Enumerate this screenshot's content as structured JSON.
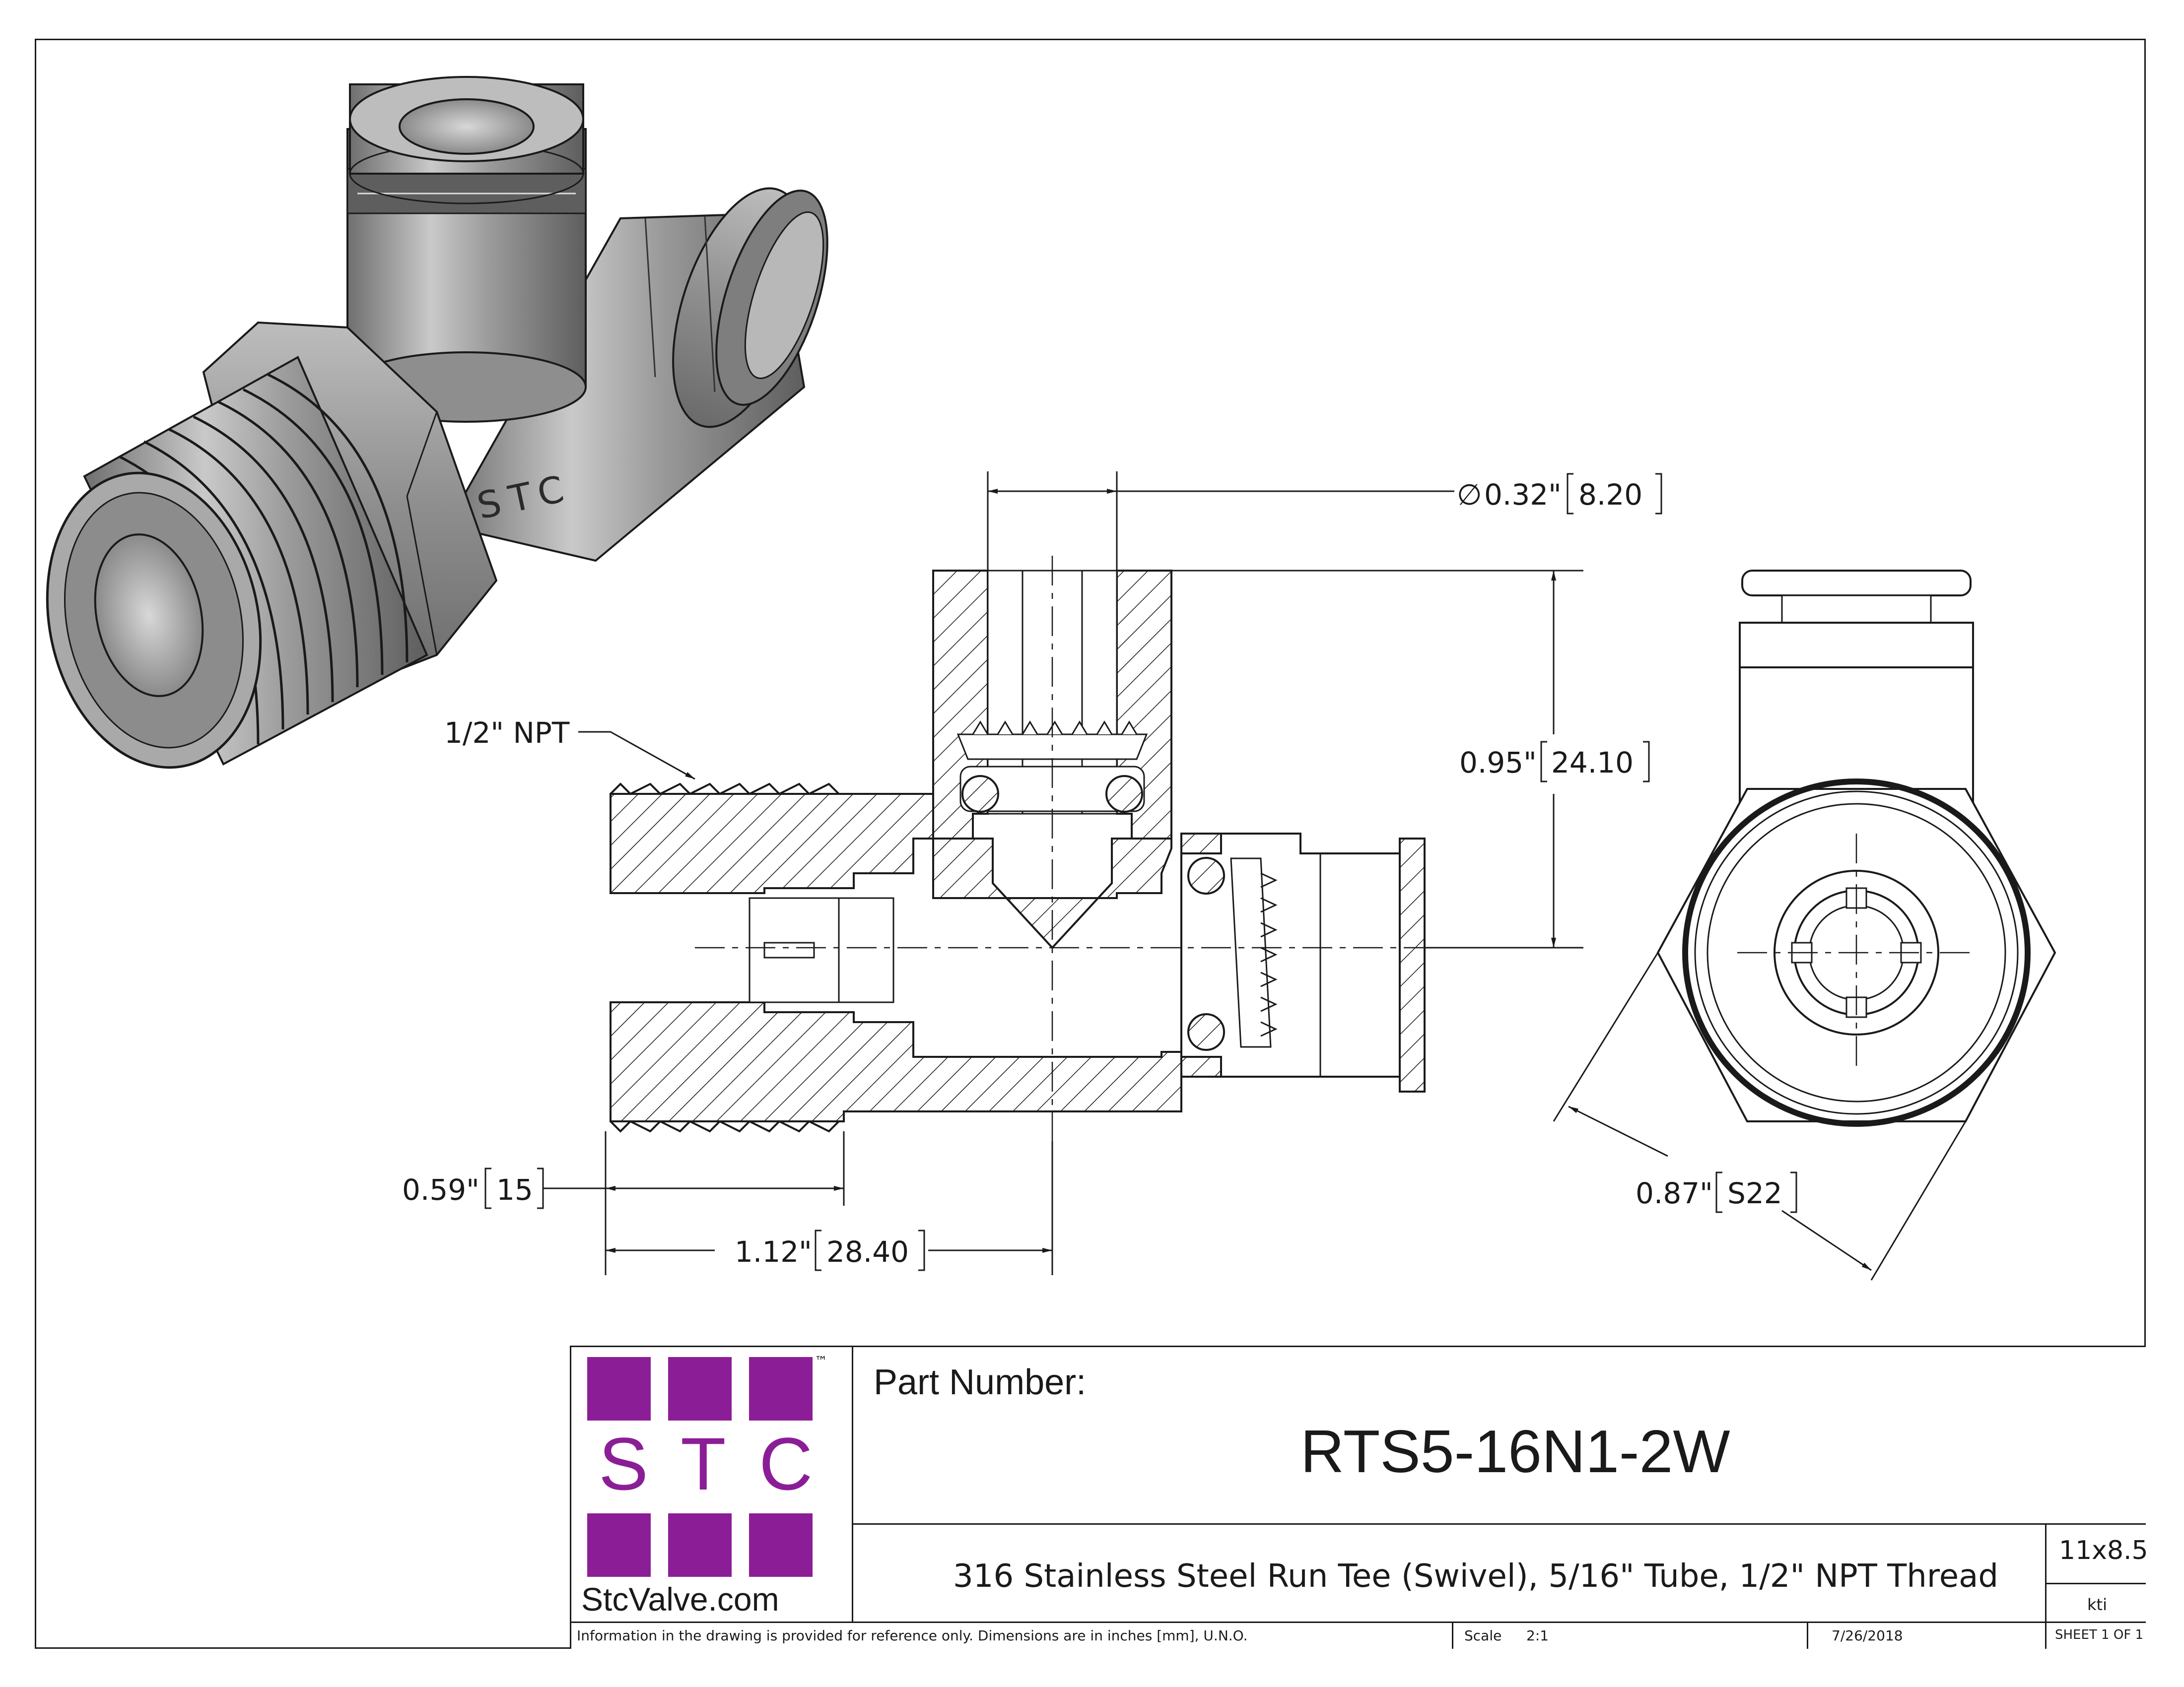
{
  "dimensions": {
    "port_dia": "0.32\"",
    "port_dia_mm": "8.20",
    "height": "0.95\"",
    "height_mm": "24.10",
    "thread_len": "0.59\"",
    "thread_len_mm": "15",
    "overall_len": "1.12\"",
    "overall_len_mm": "28.40",
    "hex_size": "0.87\"",
    "hex_size_mm": "S22",
    "thread_callout": "1/2\" NPT",
    "dia_symbol": "∅"
  },
  "iso_view": {
    "body_mark": "STC"
  },
  "logo": {
    "letters": [
      "S",
      "T",
      "C"
    ],
    "tm": "™",
    "website": "StcValve.com",
    "color": "#8b1e96"
  },
  "title_block": {
    "part_number_label": "Part Number:",
    "part_number": "RTS5-16N1-2W",
    "description": "316 Stainless Steel Run Tee (Swivel), 5/16\" Tube, 1/2\" NPT Thread",
    "sheet_size": "11x8.5",
    "drawn_by": "kti",
    "disclaimer": "Information in the drawing is provided for reference only. Dimensions are in inches [mm], U.N.O.",
    "scale_label": "Scale",
    "scale_value": "2:1",
    "date": "7/26/2018",
    "sheet": "SHEET 1 OF 1"
  }
}
